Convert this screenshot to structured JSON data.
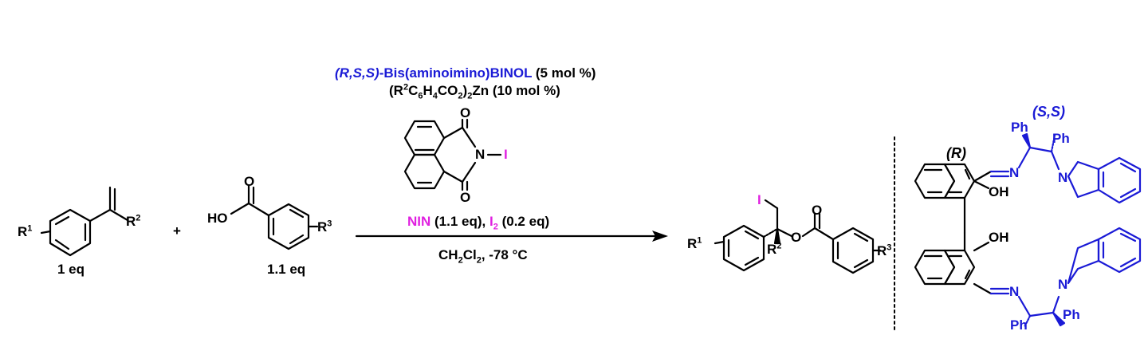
{
  "colors": {
    "text": "#000000",
    "catalyst_blue": "#1a1ad6",
    "iodine_magenta": "#e020e0",
    "background": "#ffffff"
  },
  "conditions": {
    "catalyst": {
      "stereo_prefix": "(R,S,S)",
      "name": "-Bis(aminoimino)BINOL",
      "loading": "(5 mol %)"
    },
    "zinc_salt": {
      "formula_parts": [
        "(R",
        "2",
        "C",
        "6",
        "H",
        "4",
        "CO",
        "2",
        ")",
        "2",
        "Zn"
      ],
      "loading": "(10 mol %)"
    },
    "reagent_structure": {
      "name": "NIN",
      "atoms": {
        "O_top": "O",
        "O_bottom": "O",
        "N": "N",
        "I": "I"
      }
    },
    "reagent_line": {
      "nin": "NIN",
      "nin_eq": "(1.1 eq),",
      "iodine": "I",
      "iodine_sub": "2",
      "iodine_eq": "(0.2 eq)"
    },
    "solvent_line": {
      "solvent_parts": [
        "CH",
        "2",
        "Cl",
        "2"
      ],
      "temperature": ", -78 °C"
    }
  },
  "reactants": [
    {
      "id": "alkene",
      "labels": {
        "R1": "R",
        "R1_sup": "1",
        "R2": "R",
        "R2_sup": "2"
      },
      "equivalents": "1 eq"
    },
    {
      "id": "benzoic-acid",
      "labels": {
        "HO": "HO",
        "O": "O",
        "R3": "R",
        "R3_sup": "3"
      },
      "equivalents": "1.1 eq"
    }
  ],
  "plus_sign": "+",
  "product": {
    "labels": {
      "I": "I",
      "O_ester": "O",
      "O_carbonyl": "O",
      "R1": "R",
      "R1_sup": "1",
      "R2": "R",
      "R2_sup": "2",
      "R3": "R",
      "R3_sup": "3"
    }
  },
  "catalyst_structure": {
    "binol_label": "(R)",
    "diamine_label": "(S,S)",
    "atoms": {
      "OH_top": "OH",
      "OH_bottom": "OH",
      "N_imine": "N",
      "N_amine": "N",
      "Ph": "Ph"
    }
  }
}
